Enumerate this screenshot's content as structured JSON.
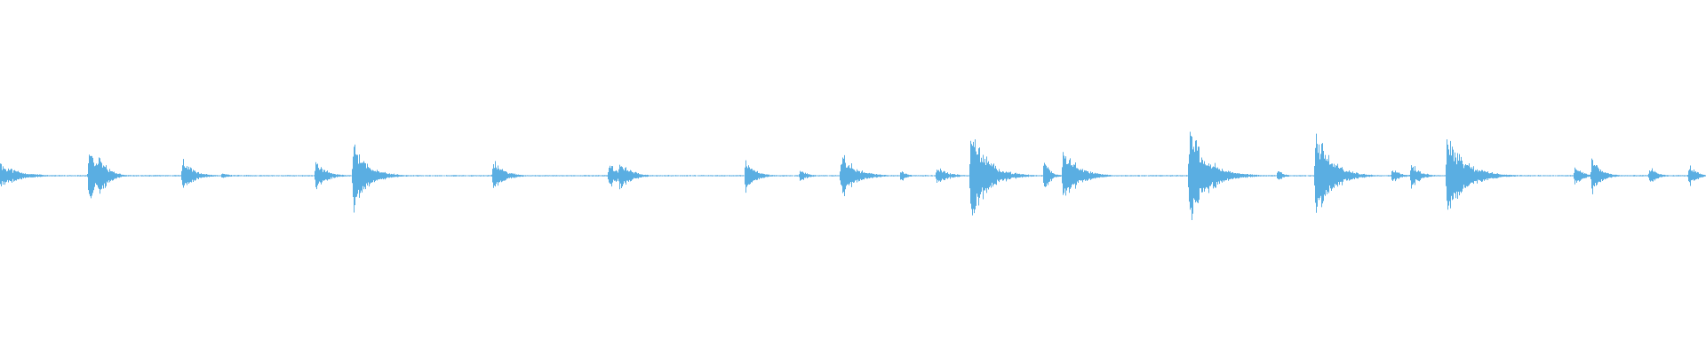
{
  "waveform": {
    "color": "#5aaee2",
    "background": "#ffffff",
    "amplitude_range": [
      -1,
      1
    ],
    "events": [
      {
        "t": 0.0,
        "amp": 0.08,
        "decay": 0.01
      },
      {
        "t": 0.052,
        "amp": 0.18,
        "decay": 0.006
      },
      {
        "t": 0.058,
        "amp": 0.14,
        "decay": 0.005
      },
      {
        "t": 0.107,
        "amp": 0.1,
        "decay": 0.006
      },
      {
        "t": 0.13,
        "amp": 0.02,
        "decay": 0.004
      },
      {
        "t": 0.185,
        "amp": 0.09,
        "decay": 0.006
      },
      {
        "t": 0.207,
        "amp": 0.22,
        "decay": 0.008
      },
      {
        "t": 0.289,
        "amp": 0.1,
        "decay": 0.006
      },
      {
        "t": 0.357,
        "amp": 0.09,
        "decay": 0.004
      },
      {
        "t": 0.363,
        "amp": 0.1,
        "decay": 0.006
      },
      {
        "t": 0.437,
        "amp": 0.11,
        "decay": 0.005
      },
      {
        "t": 0.469,
        "amp": 0.04,
        "decay": 0.004
      },
      {
        "t": 0.493,
        "amp": 0.14,
        "decay": 0.008
      },
      {
        "t": 0.528,
        "amp": 0.04,
        "decay": 0.003
      },
      {
        "t": 0.549,
        "amp": 0.06,
        "decay": 0.006
      },
      {
        "t": 0.569,
        "amp": 0.3,
        "decay": 0.009
      },
      {
        "t": 0.612,
        "amp": 0.12,
        "decay": 0.003
      },
      {
        "t": 0.623,
        "amp": 0.19,
        "decay": 0.008
      },
      {
        "t": 0.697,
        "amp": 0.31,
        "decay": 0.01
      },
      {
        "t": 0.749,
        "amp": 0.04,
        "decay": 0.003
      },
      {
        "t": 0.771,
        "amp": 0.28,
        "decay": 0.009
      },
      {
        "t": 0.816,
        "amp": 0.05,
        "decay": 0.004
      },
      {
        "t": 0.827,
        "amp": 0.08,
        "decay": 0.005
      },
      {
        "t": 0.848,
        "amp": 0.28,
        "decay": 0.01
      },
      {
        "t": 0.86,
        "amp": 0.06,
        "decay": 0.005
      },
      {
        "t": 0.923,
        "amp": 0.07,
        "decay": 0.004
      },
      {
        "t": 0.933,
        "amp": 0.12,
        "decay": 0.005
      },
      {
        "t": 0.967,
        "amp": 0.06,
        "decay": 0.004
      },
      {
        "t": 0.99,
        "amp": 0.07,
        "decay": 0.004
      }
    ]
  }
}
